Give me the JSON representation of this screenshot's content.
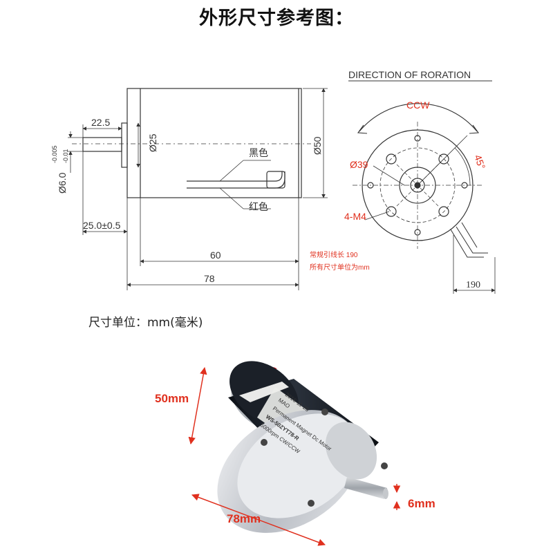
{
  "title": "外形尺寸参考图：",
  "unit_note": "尺寸单位：mm(毫米)",
  "side_view": {
    "dim_shaft_length": "22.5",
    "dim_shaft_dia": "Ø6.0",
    "dim_shaft_tol_upper": "-0.005",
    "dim_shaft_tol_lower": "-0.01",
    "dim_boss_dia": "Ø25",
    "dim_body_dia": "Ø50",
    "dim_shaft_total": "25.0±0.5",
    "dim_body_length": "60",
    "dim_total_length": "78",
    "wire_black": "黑色",
    "wire_red": "红色"
  },
  "end_view": {
    "heading": "DIRECTION OF RORATION",
    "rotation": "CCW",
    "bolt_circle": "Ø39",
    "angle": "45°",
    "holes": "4-M4",
    "note_lead": "常规引线长   190",
    "note_units": "所有尺寸单位为mm",
    "dim_lead": "190"
  },
  "photo": {
    "label_height": "50mm",
    "label_length": "78mm",
    "label_shaft": "6mm",
    "sticker_lines": [
      "MAO",
      "Permanent Magnet Dc Motor",
      "WS-50ZYT78-R",
      "5000rpm CW/CCW",
      "2016-11-25"
    ]
  },
  "colors": {
    "dim_red": "#e0301e",
    "line": "#333333",
    "motor_body": "#141a22",
    "metal": "#c9ccd1"
  }
}
